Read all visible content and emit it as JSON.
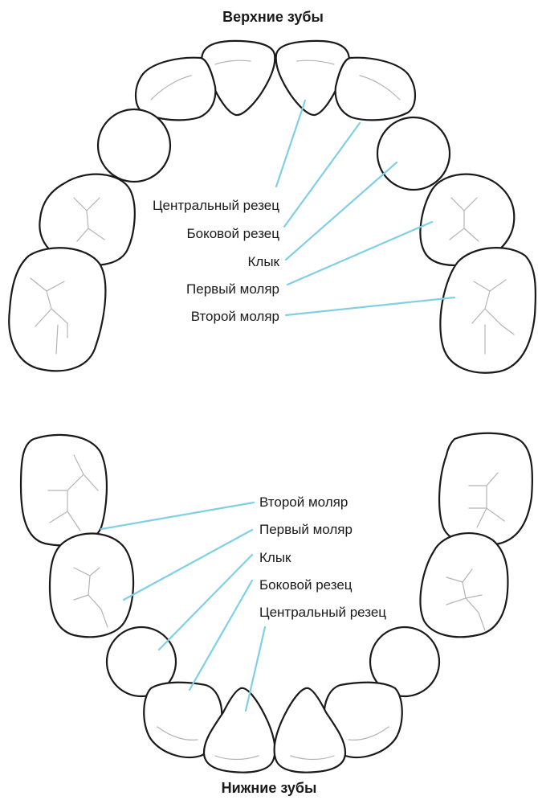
{
  "upper": {
    "title": "Верхние зубы",
    "labels": {
      "central_incisor": "Центральный резец",
      "lateral_incisor": "Боковой резец",
      "canine": "Клык",
      "first_molar": "Первый моляр",
      "second_molar": "Второй моляр"
    }
  },
  "lower": {
    "title": "Нижние зубы",
    "labels": {
      "second_molar": "Второй моляр",
      "first_molar": "Первый моляр",
      "canine": "Клык",
      "lateral_incisor": "Боковой резец",
      "central_incisor": "Центральный резец"
    }
  },
  "colors": {
    "leader_line": "#7fcfe6",
    "tooth_outline": "#1a1a1a",
    "groove": "#b4b4b4"
  }
}
